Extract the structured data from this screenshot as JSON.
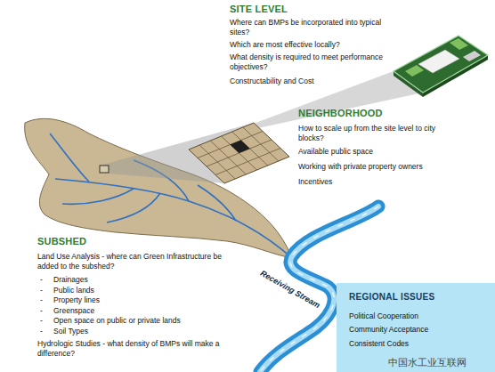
{
  "diagram": {
    "nodes": [
      {
        "text": [
          "REGIONAL ISSUES",
          "Political Cooperation",
          "Community Acceptance",
          "Consistent Codes"
        ]
      }
    ],
    "labels": [
      "SITE LEVEL",
      "Where can BMPs be incorporated into typical sites?",
      "Which are most effective locally?",
      "What density is required to meet performance objectives?",
      "Constructability and Cost",
      "NEIGHBORHOOD",
      "How to scale up from the site level to city blocks?",
      "Available public space",
      "Working with private property owners",
      "Incentives",
      "SUBSHED",
      "Land Use Analysis - where can Green Infrastructure be added to the subshed?",
      "-",
      "Drainages",
      "-",
      "Public lands",
      "-",
      "Property lines",
      "-",
      "Greenspace",
      "-",
      "Open space on public or private lands",
      "-",
      "Soil Types",
      "Hydrologic Studies - what density of BMPs will make a difference?",
      "Receiving Stream",
      "中国水工业互联网"
    ]
  }
}
